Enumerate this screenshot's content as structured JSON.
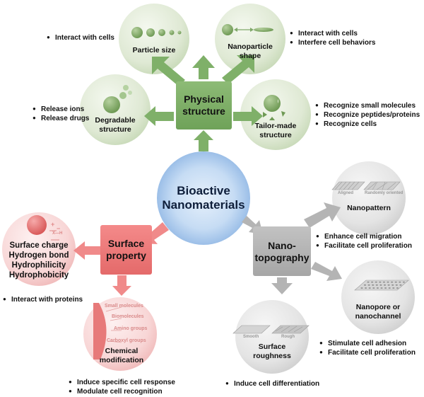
{
  "center": {
    "line1": "Bioactive",
    "line2": "Nanomaterials"
  },
  "physical": {
    "line1": "Physical",
    "line2": "structure",
    "particle_size": {
      "title": "Particle size",
      "bullets": [
        "Interact with cells"
      ]
    },
    "shape": {
      "line1": "Nanoparticle",
      "line2": "shape",
      "bullets": [
        "Interact with cells",
        "Interfere cell behaviors"
      ]
    },
    "degradable": {
      "line1": "Degradable",
      "line2": "structure",
      "bullets": [
        "Release ions",
        "Release drugs"
      ]
    },
    "tailor": {
      "line1": "Tailor-made",
      "line2": "structure",
      "bullets": [
        "Recognize small molecules",
        "Recognize peptides/proteins",
        "Recognize cells"
      ]
    }
  },
  "surface": {
    "line1": "Surface",
    "line2": "property",
    "charge": {
      "lines": [
        "Surface charge",
        "Hydrogen bond",
        "Hydrophilicity",
        "Hydrophobicity"
      ],
      "icon_plus": "+",
      "icon_minus": "−",
      "icon_xh": "X—H",
      "bullets": [
        "Interact with proteins"
      ]
    },
    "chemical": {
      "line1": "Chemical",
      "line2": "modification",
      "groups": [
        "Small molecules",
        "Biomolecules",
        "Amino groups",
        "Carboxyl groups"
      ],
      "bullets": [
        "Induce specific cell response",
        "Modulate cell recognition"
      ]
    }
  },
  "topo": {
    "line1": "Nano-",
    "line2": "topography",
    "pattern": {
      "title": "Nanopattern",
      "aligned": "Aligned",
      "random": "Randomly oriented",
      "bullets": [
        "Enhance cell migration",
        "Facilitate cell proliferation"
      ]
    },
    "pore": {
      "line1": "Nanopore or",
      "line2": "nanochannel",
      "bullets": [
        "Stimulate cell adhesion",
        "Facilitate cell proliferation"
      ]
    },
    "rough": {
      "line1": "Surface",
      "line2": "roughness",
      "smooth": "Smooth",
      "rough": "Rough",
      "bullets": [
        "Induce cell differentiation"
      ]
    }
  },
  "colors": {
    "green": "#7fb069",
    "green_circle": "#dfe9d4",
    "pink": "#ee7b7b",
    "pink_circle": "#f7d2d2",
    "gray": "#b4b4b4",
    "gray_circle": "#e2e2e2",
    "blue": "#a8c8ee"
  }
}
